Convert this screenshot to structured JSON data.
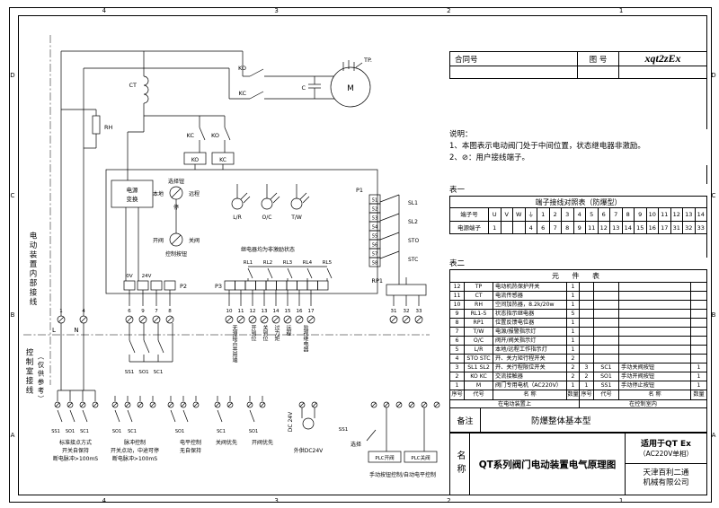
{
  "frame": {
    "cols": [
      "4",
      "3",
      "2",
      "1"
    ],
    "rows": [
      "D",
      "C",
      "B",
      "A"
    ]
  },
  "header": {
    "contract_label": "合同号",
    "drawing_label": "图  号",
    "drawing_number": "xqt2zEx"
  },
  "notes": {
    "title": "说明：",
    "line1": "1、本图表示电动阀门处于中间位置，状态继电器非激励。",
    "line2": "2、⊘：用户接线端子。"
  },
  "table1": {
    "caption": "表一",
    "title": "端子接线对照表（防爆型）",
    "row1_label": "端子号",
    "row1": [
      "U",
      "V",
      "W",
      "⏚",
      "1",
      "2",
      "3",
      "4",
      "5",
      "6",
      "7",
      "8",
      "9",
      "10",
      "11",
      "12",
      "13",
      "14"
    ],
    "row2_label": "电源端子",
    "row2": [
      "1",
      "",
      "",
      "4",
      "6",
      "7",
      "8",
      "9",
      "11",
      "12",
      "13",
      "14",
      "15",
      "16",
      "17",
      "31",
      "32",
      "33"
    ]
  },
  "table2": {
    "caption": "表二",
    "title": "元 件 表",
    "rows": [
      {
        "n": "12",
        "c": "TP",
        "name": "电动机热保护开关",
        "q": "1",
        "rn": "",
        "rc": "",
        "rname": "",
        "rq": ""
      },
      {
        "n": "11",
        "c": "CT",
        "name": "电流传感器",
        "q": "1",
        "rn": "",
        "rc": "",
        "rname": "",
        "rq": ""
      },
      {
        "n": "10",
        "c": "RH",
        "name": "空间加热器，8.2k/20w",
        "q": "1",
        "rn": "",
        "rc": "",
        "rname": "",
        "rq": ""
      },
      {
        "n": "9",
        "c": "RL1-5",
        "name": "状态指示继电器",
        "q": "5",
        "rn": "",
        "rc": "",
        "rname": "",
        "rq": ""
      },
      {
        "n": "8",
        "c": "RP1",
        "name": "位置反馈电位器",
        "q": "1",
        "rn": "",
        "rc": "",
        "rname": "",
        "rq": ""
      },
      {
        "n": "7",
        "c": "T/W",
        "name": "电源/报警指示灯",
        "q": "1",
        "rn": "",
        "rc": "",
        "rname": "",
        "rq": ""
      },
      {
        "n": "6",
        "c": "O/C",
        "name": "阀开/阀关指示灯",
        "q": "1",
        "rn": "",
        "rc": "",
        "rname": "",
        "rq": ""
      },
      {
        "n": "5",
        "c": "L/R",
        "name": "本地/远程工作指示灯",
        "q": "1",
        "rn": "",
        "rc": "",
        "rname": "",
        "rq": ""
      },
      {
        "n": "4",
        "c": "STO STC",
        "name": "开、关力矩行程开关",
        "q": "2",
        "rn": "",
        "rc": "",
        "rname": "",
        "rq": ""
      },
      {
        "n": "3",
        "c": "SL1 SL2",
        "name": "开、关行程限位开关",
        "q": "2",
        "rn": "3",
        "rc": "SC1",
        "rname": "手动关阀按钮",
        "rq": "1"
      },
      {
        "n": "2",
        "c": "KO KC",
        "name": "交流接触器",
        "q": "2",
        "rn": "2",
        "rc": "SO1",
        "rname": "手动开阀按钮",
        "rq": "1"
      },
      {
        "n": "1",
        "c": "M",
        "name": "阀门专用电机（AC220V）",
        "q": "1",
        "rn": "1",
        "rc": "SS1",
        "rname": "手动停止按钮",
        "rq": "1"
      }
    ],
    "col_headers": {
      "n": "序号",
      "c": "代号",
      "name": "名 称",
      "q": "数量"
    },
    "footer_left": "在电动装置上",
    "footer_right": "在控制室内"
  },
  "remark": {
    "label": "备注",
    "value": "防爆整体基本型"
  },
  "titleblock": {
    "name_label": "名称",
    "title": "QT系列阀门电动装置电气原理图",
    "applicable1": "适用于QT Ex",
    "applicable2": "（AC220V单相）",
    "company1": "天津百利二通",
    "company2": "机械有限公司"
  },
  "side_labels": {
    "internal": "电动装置内部接线",
    "control_room": "控制室接线",
    "control_room_note": "（仅供参考）"
  },
  "circuit": {
    "ko": "KO",
    "kc": "KC",
    "c": "C",
    "tp": "TP.",
    "m": "M",
    "ct": "CT",
    "rh": "RH",
    "pc1": "电源",
    "pc2": "变换",
    "selector": "选择钮",
    "local": "本地",
    "remote": "远程",
    "stop": "停",
    "open_valve": "开阀",
    "close_valve": "关阀",
    "control_btn": "控制按钮",
    "lamps": [
      "L/R",
      "O/C",
      "T/W"
    ],
    "relay_note": "继电器均为非激励状态",
    "rl": [
      "RL1",
      "RL2",
      "RL3",
      "RL4",
      "RL5"
    ],
    "p1": "P1",
    "p2": "P2",
    "p3": "P3",
    "p1_pins": [
      "51",
      "52",
      "53",
      "54",
      "55",
      "56",
      "57",
      "58"
    ],
    "sw": [
      "SL1",
      "SL2",
      "STO",
      "STC"
    ],
    "v0": "0V",
    "v24": "24V",
    "p2_terms": [
      "6",
      "9",
      "7",
      "8"
    ],
    "l_num": "1",
    "n_num": "4",
    "lt": "L",
    "nt": "N",
    "out_terms": [
      "10",
      "11",
      "12",
      "13",
      "14",
      "15",
      "16",
      "17"
    ],
    "out_labels": [
      "无源接点共用端",
      "开到位",
      "关到位",
      "过力矩",
      "远程",
      "监视继电器"
    ],
    "rp1": "RP1",
    "rp_terms": [
      "31",
      "32",
      "33"
    ],
    "btn_labels": [
      "SS1",
      "SO1",
      "SC1"
    ],
    "grp1": {
      "t": "标准接点方式",
      "l1": "开关自保持",
      "l2": "断电脉冲>100mS",
      "b": [
        "SS1",
        "SO1",
        "SC1"
      ]
    },
    "grp2": {
      "t": "脉冲控制",
      "l1": "开关点动，中途可停",
      "l2": "断电脉冲>100mS",
      "b": [
        "SO1",
        "SC1"
      ]
    },
    "grp3": {
      "t": "电平控制",
      "l1": "无自保持",
      "b": [
        "SO1"
      ]
    },
    "grp4": {
      "t": "关阀优先",
      "b": "SC1"
    },
    "grp5": {
      "t": "开阀优先",
      "b": "SO1"
    },
    "dc": "DC 24V",
    "dc_ext": "外供DC24V",
    "sel_ss1": "SS1",
    "select": "选择",
    "plc_open": "PLC开阀",
    "plc_close": "PLC关阀",
    "manual_note": "手动按钮控制/自动电平控制"
  }
}
